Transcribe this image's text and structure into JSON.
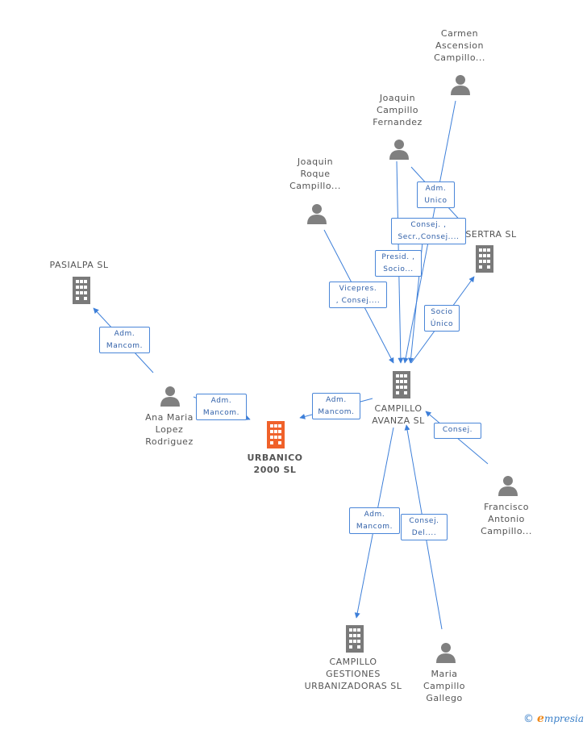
{
  "nodes": {
    "carmen": {
      "label": [
        "Carmen",
        "Ascension",
        "Campillo..."
      ]
    },
    "joaquin_cf": {
      "label": [
        "Joaquin",
        "Campillo",
        "Fernandez"
      ]
    },
    "joaquin_rc": {
      "label": [
        "Joaquin",
        "Roque",
        "Campillo..."
      ]
    },
    "sertra": {
      "label": [
        "SERTRA SL"
      ]
    },
    "pasialpa": {
      "label": [
        "PASIALPA SL"
      ]
    },
    "ana": {
      "label": [
        "Ana Maria",
        "Lopez",
        "Rodriguez"
      ]
    },
    "urbanico": {
      "label": [
        "URBANICO",
        "2000 SL"
      ]
    },
    "avanza": {
      "label": [
        "CAMPILLO",
        "AVANZA SL"
      ]
    },
    "francisco": {
      "label": [
        "Francisco",
        "Antonio",
        "Campillo..."
      ]
    },
    "gestiones": {
      "label": [
        "CAMPILLO",
        "GESTIONES",
        "URBANIZADORAS SL"
      ]
    },
    "maria": {
      "label": [
        "Maria",
        "Campillo",
        "Gallego"
      ]
    }
  },
  "relations": {
    "adm_unico": [
      "Adm.",
      "Unico"
    ],
    "consej_secr": [
      "Consej. ,",
      "Secr.,Consej...."
    ],
    "presid_socio": [
      "Presid. ,",
      "Socio..."
    ],
    "vicepres": [
      "Vicepres.",
      ", Consej...."
    ],
    "socio_unico": [
      "Socio",
      "Único"
    ],
    "adm_mancom_pasialpa": [
      "Adm.",
      "Mancom."
    ],
    "adm_mancom_ana": [
      "Adm.",
      "Mancom."
    ],
    "adm_mancom_avanza": [
      "Adm.",
      "Mancom."
    ],
    "consej_francisco": [
      "Consej."
    ],
    "adm_mancom_gestiones": [
      "Adm.",
      "Mancom."
    ],
    "consej_del_maria": [
      "Consej.",
      "Del...."
    ]
  },
  "footer": {
    "copyright": "©",
    "brand_first": "e",
    "brand_rest": "mpresia"
  },
  "colors": {
    "edge": "#3d7fd9",
    "person": "#808080",
    "company": "#7a7a7a",
    "focus": "#f0612a"
  }
}
